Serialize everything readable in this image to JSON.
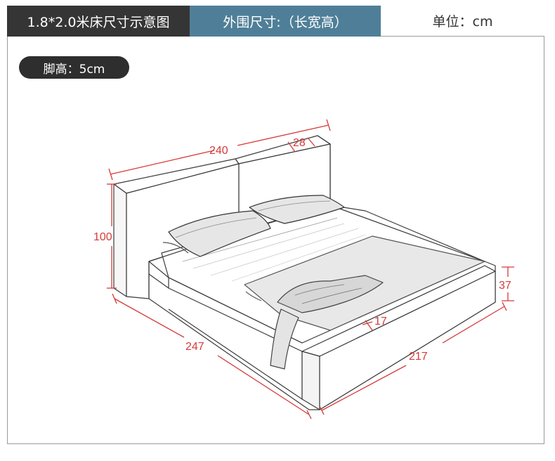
{
  "header": {
    "title": "1.8*2.0米床尺寸示意图",
    "subtitle": "外围尺寸:（长宽高）",
    "unit": "单位：cm"
  },
  "leg_height_label": "脚高：5cm",
  "dimensions": {
    "width": "240",
    "depth": "28",
    "headboard_height": "100",
    "length": "247",
    "side_thickness": "17",
    "frame_width": "217",
    "frame_height": "37"
  },
  "colors": {
    "header_dark": "#353535",
    "header_accent": "#4f7f98",
    "dimension_red": "#d63a3a",
    "sketch_line": "#3a3a3a"
  }
}
